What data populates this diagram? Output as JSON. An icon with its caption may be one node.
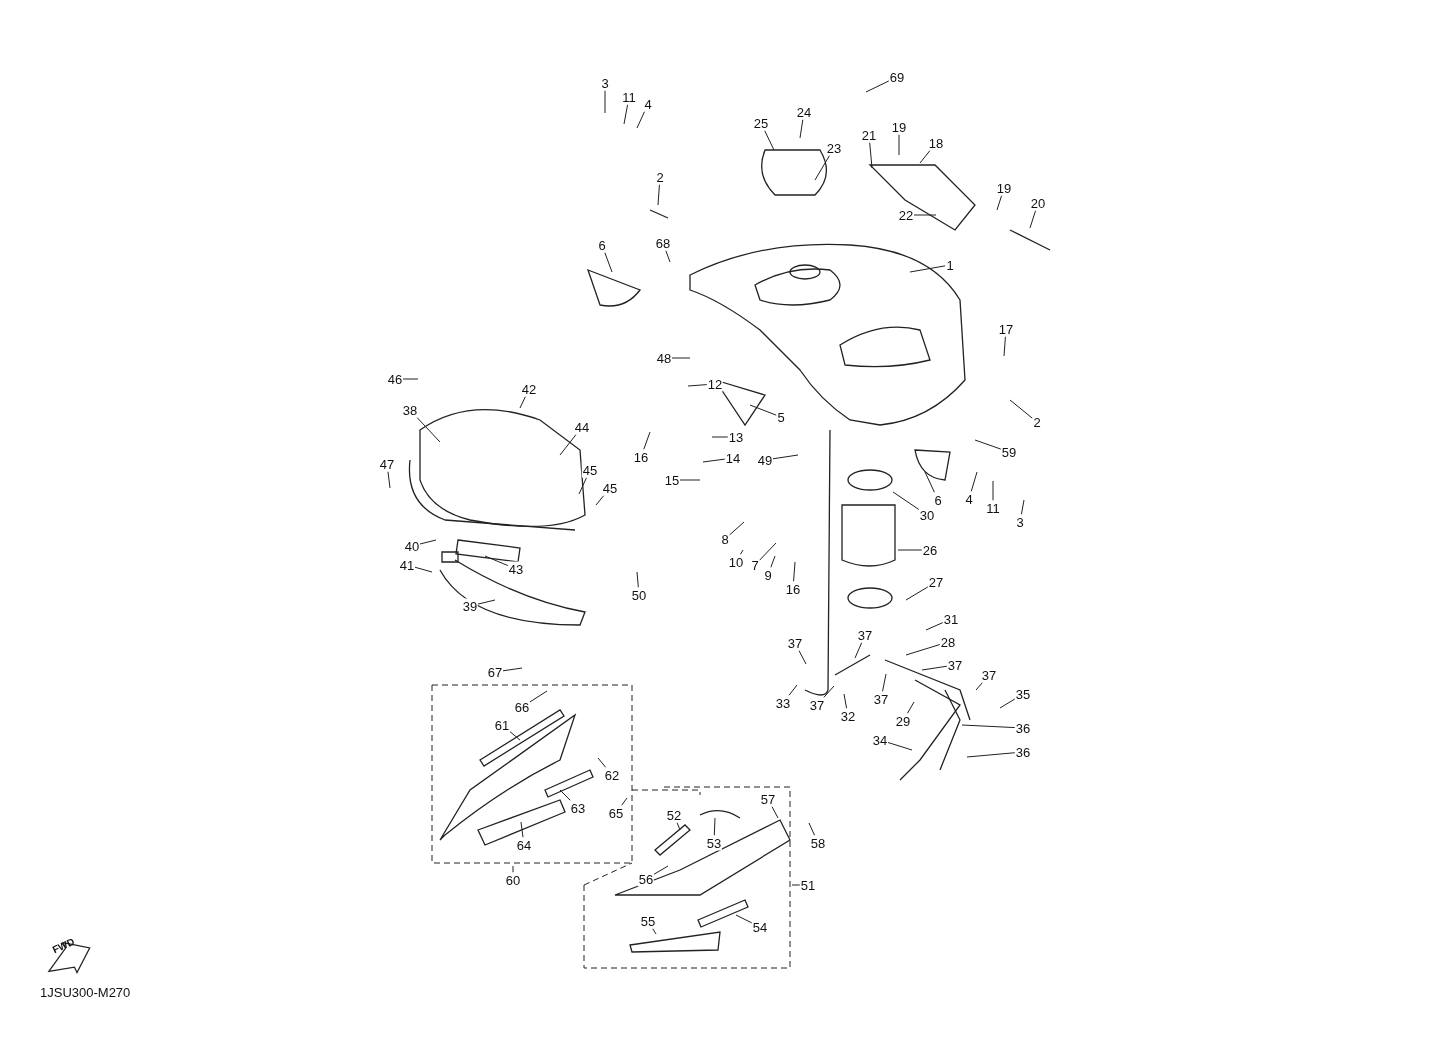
{
  "diagram": {
    "nodes": [
      {
        "text": [
          "3"
        ]
      },
      {
        "text": [
          "11"
        ]
      },
      {
        "text": [
          "4"
        ]
      },
      {
        "text": [
          "2"
        ]
      },
      {
        "text": [
          "69"
        ]
      },
      {
        "text": [
          "24"
        ]
      },
      {
        "text": [
          "25"
        ]
      },
      {
        "text": [
          "23"
        ]
      },
      {
        "text": [
          "21"
        ]
      },
      {
        "text": [
          "19"
        ]
      },
      {
        "text": [
          "18"
        ]
      },
      {
        "text": [
          "19"
        ]
      },
      {
        "text": [
          "20"
        ]
      },
      {
        "text": [
          "22"
        ]
      },
      {
        "text": [
          "68"
        ]
      },
      {
        "text": [
          "6"
        ]
      },
      {
        "text": [
          "1"
        ]
      },
      {
        "text": [
          "17"
        ]
      },
      {
        "text": [
          "48"
        ]
      },
      {
        "text": [
          "12"
        ]
      },
      {
        "text": [
          "5"
        ]
      },
      {
        "text": [
          "2"
        ]
      },
      {
        "text": [
          "42"
        ]
      },
      {
        "text": [
          "46"
        ]
      },
      {
        "text": [
          "38"
        ]
      },
      {
        "text": [
          "44"
        ]
      },
      {
        "text": [
          "13"
        ]
      },
      {
        "text": [
          "16"
        ]
      },
      {
        "text": [
          "14"
        ]
      },
      {
        "text": [
          "49"
        ]
      },
      {
        "text": [
          "59"
        ]
      },
      {
        "text": [
          "47"
        ]
      },
      {
        "text": [
          "45"
        ]
      },
      {
        "text": [
          "45"
        ]
      },
      {
        "text": [
          "15"
        ]
      },
      {
        "text": [
          "4"
        ]
      },
      {
        "text": [
          "11"
        ]
      },
      {
        "text": [
          "3"
        ]
      },
      {
        "text": [
          "6"
        ]
      },
      {
        "text": [
          "30"
        ]
      },
      {
        "text": [
          "8"
        ]
      },
      {
        "text": [
          "7"
        ]
      },
      {
        "text": [
          "10"
        ]
      },
      {
        "text": [
          "9"
        ]
      },
      {
        "text": [
          "16"
        ]
      },
      {
        "text": [
          "26"
        ]
      },
      {
        "text": [
          "40"
        ]
      },
      {
        "text": [
          "41"
        ]
      },
      {
        "text": [
          "43"
        ]
      },
      {
        "text": [
          "50"
        ]
      },
      {
        "text": [
          "39"
        ]
      },
      {
        "text": [
          "27"
        ]
      },
      {
        "text": [
          "31"
        ]
      },
      {
        "text": [
          "37"
        ]
      },
      {
        "text": [
          "37"
        ]
      },
      {
        "text": [
          "28"
        ]
      },
      {
        "text": [
          "37"
        ]
      },
      {
        "text": [
          "37"
        ]
      },
      {
        "text": [
          "35"
        ]
      },
      {
        "text": [
          "33"
        ]
      },
      {
        "text": [
          "37"
        ]
      },
      {
        "text": [
          "37"
        ]
      },
      {
        "text": [
          "32"
        ]
      },
      {
        "text": [
          "29"
        ]
      },
      {
        "text": [
          "36"
        ]
      },
      {
        "text": [
          "34"
        ]
      },
      {
        "text": [
          "36"
        ]
      },
      {
        "text": [
          "67"
        ]
      },
      {
        "text": [
          "66"
        ]
      },
      {
        "text": [
          "61"
        ]
      },
      {
        "text": [
          "62"
        ]
      },
      {
        "text": [
          "63"
        ]
      },
      {
        "text": [
          "65"
        ]
      },
      {
        "text": [
          "64"
        ]
      },
      {
        "text": [
          "60"
        ]
      },
      {
        "text": [
          "57"
        ]
      },
      {
        "text": [
          "52"
        ]
      },
      {
        "text": [
          "58"
        ]
      },
      {
        "text": [
          "53"
        ]
      },
      {
        "text": [
          "56"
        ]
      },
      {
        "text": [
          "51"
        ]
      },
      {
        "text": [
          "55"
        ]
      },
      {
        "text": [
          "54"
        ]
      }
    ],
    "edges": [
      {
        "from": 0,
        "to": null,
        "arrow": "none"
      },
      {
        "from": 1,
        "to": null,
        "arrow": "none"
      },
      {
        "from": 2,
        "to": null,
        "arrow": "none"
      },
      {
        "from": 3,
        "to": null,
        "arrow": "none"
      },
      {
        "from": 4,
        "to": null,
        "arrow": "none"
      },
      {
        "from": 5,
        "to": null,
        "arrow": "none"
      },
      {
        "from": 6,
        "to": null,
        "arrow": "none"
      },
      {
        "from": 7,
        "to": null,
        "arrow": "none"
      },
      {
        "from": 8,
        "to": null,
        "arrow": "none"
      },
      {
        "from": 9,
        "to": null,
        "arrow": "none"
      },
      {
        "from": 10,
        "to": null,
        "arrow": "none"
      },
      {
        "from": 11,
        "to": null,
        "arrow": "none"
      },
      {
        "from": 12,
        "to": null,
        "arrow": "none"
      },
      {
        "from": 13,
        "to": null,
        "arrow": "none"
      },
      {
        "from": 14,
        "to": null,
        "arrow": "none"
      },
      {
        "from": 15,
        "to": null,
        "arrow": "none"
      },
      {
        "from": 16,
        "to": null,
        "arrow": "none"
      },
      {
        "from": 17,
        "to": null,
        "arrow": "none"
      },
      {
        "from": 18,
        "to": null,
        "arrow": "none"
      },
      {
        "from": 19,
        "to": null,
        "arrow": "none"
      },
      {
        "from": 20,
        "to": null,
        "arrow": "none"
      },
      {
        "from": 21,
        "to": null,
        "arrow": "none"
      },
      {
        "from": 22,
        "to": null,
        "arrow": "none"
      },
      {
        "from": 23,
        "to": null,
        "arrow": "none"
      },
      {
        "from": 24,
        "to": null,
        "arrow": "none"
      },
      {
        "from": 25,
        "to": null,
        "arrow": "none"
      },
      {
        "from": 26,
        "to": null,
        "arrow": "none"
      },
      {
        "from": 27,
        "to": null,
        "arrow": "none"
      },
      {
        "from": 28,
        "to": null,
        "arrow": "none"
      },
      {
        "from": 29,
        "to": null,
        "arrow": "none"
      },
      {
        "from": 30,
        "to": null,
        "arrow": "none"
      },
      {
        "from": 31,
        "to": null,
        "arrow": "none"
      },
      {
        "from": 32,
        "to": null,
        "arrow": "none"
      },
      {
        "from": 33,
        "to": null,
        "arrow": "none"
      },
      {
        "from": 34,
        "to": null,
        "arrow": "none"
      },
      {
        "from": 35,
        "to": null,
        "arrow": "none"
      },
      {
        "from": 36,
        "to": null,
        "arrow": "none"
      },
      {
        "from": 37,
        "to": null,
        "arrow": "none"
      },
      {
        "from": 38,
        "to": null,
        "arrow": "none"
      },
      {
        "from": 39,
        "to": null,
        "arrow": "none"
      },
      {
        "from": 40,
        "to": null,
        "arrow": "none"
      },
      {
        "from": 41,
        "to": null,
        "arrow": "none"
      },
      {
        "from": 42,
        "to": null,
        "arrow": "none"
      },
      {
        "from": 43,
        "to": null,
        "arrow": "none"
      },
      {
        "from": 44,
        "to": null,
        "arrow": "none"
      },
      {
        "from": 45,
        "to": null,
        "arrow": "none"
      },
      {
        "from": 46,
        "to": null,
        "arrow": "none"
      },
      {
        "from": 47,
        "to": null,
        "arrow": "none"
      },
      {
        "from": 48,
        "to": null,
        "arrow": "none"
      },
      {
        "from": 49,
        "to": null,
        "arrow": "none"
      },
      {
        "from": 50,
        "to": null,
        "arrow": "none"
      },
      {
        "from": 51,
        "to": null,
        "arrow": "none"
      },
      {
        "from": 52,
        "to": null,
        "arrow": "none"
      },
      {
        "from": 53,
        "to": null,
        "arrow": "none"
      },
      {
        "from": 54,
        "to": null,
        "arrow": "none"
      },
      {
        "from": 55,
        "to": null,
        "arrow": "none"
      },
      {
        "from": 56,
        "to": null,
        "arrow": "none"
      },
      {
        "from": 57,
        "to": null,
        "arrow": "none"
      },
      {
        "from": 58,
        "to": null,
        "arrow": "none"
      },
      {
        "from": 59,
        "to": null,
        "arrow": "none"
      },
      {
        "from": 60,
        "to": null,
        "arrow": "none"
      },
      {
        "from": 61,
        "to": null,
        "arrow": "none"
      },
      {
        "from": 62,
        "to": null,
        "arrow": "none"
      },
      {
        "from": 63,
        "to": null,
        "arrow": "none"
      },
      {
        "from": 64,
        "to": null,
        "arrow": "none"
      },
      {
        "from": 65,
        "to": null,
        "arrow": "none"
      },
      {
        "from": 66,
        "to": null,
        "arrow": "none"
      },
      {
        "from": 67,
        "to": null,
        "arrow": "none"
      },
      {
        "from": 68,
        "to": null,
        "arrow": "none"
      },
      {
        "from": 69,
        "to": null,
        "arrow": "none"
      },
      {
        "from": 70,
        "to": null,
        "arrow": "none"
      },
      {
        "from": 71,
        "to": null,
        "arrow": "none"
      },
      {
        "from": 72,
        "to": null,
        "arrow": "none"
      },
      {
        "from": 73,
        "to": null,
        "arrow": "none"
      },
      {
        "from": 74,
        "to": null,
        "arrow": "none"
      },
      {
        "from": 75,
        "to": null,
        "arrow": "none"
      },
      {
        "from": 76,
        "to": null,
        "arrow": "none"
      },
      {
        "from": 77,
        "to": null,
        "arrow": "none"
      },
      {
        "from": 78,
        "to": null,
        "arrow": "none"
      },
      {
        "from": 79,
        "to": null,
        "arrow": "none"
      },
      {
        "from": 80,
        "to": null,
        "arrow": "none"
      },
      {
        "from": 81,
        "to": null,
        "arrow": "none"
      },
      {
        "from": 82,
        "to": null,
        "arrow": "none"
      }
    ],
    "labels": [
      "FWD",
      "1JSU300-M270"
    ]
  }
}
